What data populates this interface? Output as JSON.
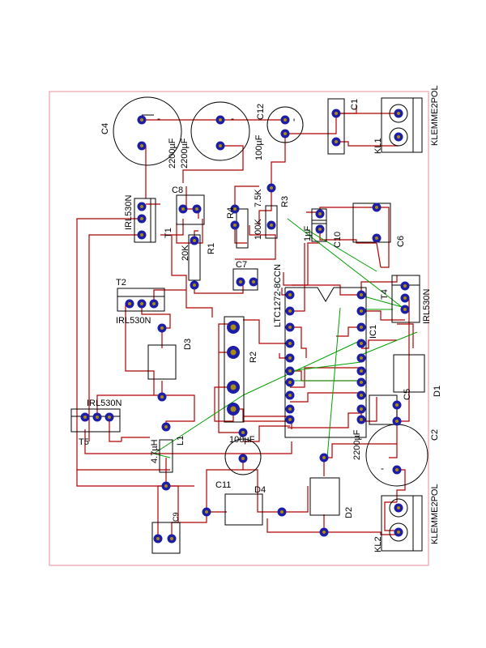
{
  "colors": {
    "background": "#ffffff",
    "outline": "#e8a0a8",
    "trace": "#b00000",
    "ratsnest": "#00a000",
    "pad_outer": "#1d1da8",
    "pad_inner": "#a88c10",
    "body": "#000000"
  },
  "labels": {
    "c4": "C4",
    "c4_minus": "-",
    "c4_val": "2200µF",
    "c12": "C12",
    "c12_minus": "-",
    "c12_val": "2200µF",
    "c3_minus": "-",
    "c3_val": "100µF",
    "c1": "C1",
    "kl1": "KL1",
    "kl1_part": "KLEMME2POL",
    "c8": "C8",
    "r4": "R4",
    "r4_val": "100K",
    "r3_val": "7.5K",
    "r3": "R3",
    "c10_val": "1µF",
    "c10": "C10",
    "c6": "C6",
    "t1_part": "IRL530N",
    "t1": "T1",
    "r1_val": "20K",
    "r1": "R1",
    "c7": "C7",
    "ic1_part": "LTC1272-8CCN",
    "ic1": "IC1",
    "t4": "T4",
    "t4_part": "IRL530N",
    "t2": "T2",
    "t2_part": "IRL530N",
    "d3": "D3",
    "r2": "R2",
    "d1": "D1",
    "c5": "C5",
    "t5_part": "IRL530N",
    "t5": "T5",
    "l1_val": "4.7µH",
    "l1": "L1",
    "c11_val": "100µF",
    "c11": "C11",
    "c2_val": "2200µF",
    "c2": "C2",
    "c2_minus": "-",
    "d4": "D4",
    "d2": "D2",
    "c9": "C9",
    "kl2": "KL2",
    "kl2_part": "KLEMME2POL"
  }
}
